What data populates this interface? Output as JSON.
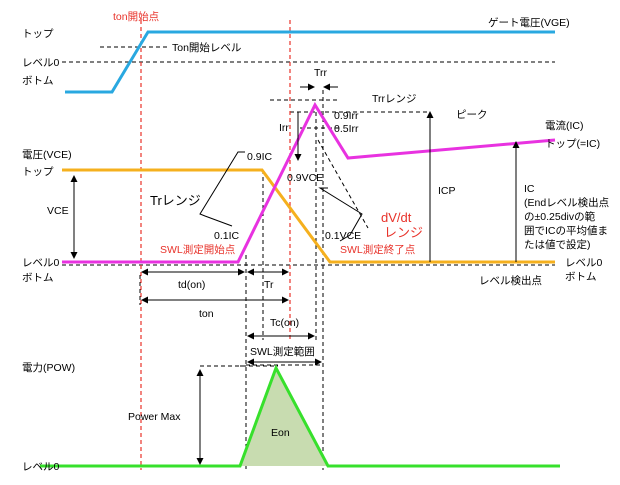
{
  "labels": {
    "ton_start_point": "ton開始点",
    "gate_voltage": "ゲート電圧(VGE)",
    "top_gate": "トップ",
    "level0_gate": "レベル0",
    "bottom_gate": "ボトム",
    "ton_start_level": "Ton開始レベル",
    "trr": "Trr",
    "trr_range": "Trrレンジ",
    "peak": "ピーク",
    "irr": "Irr",
    "irr_09": "0.9Irr",
    "irr_05": "0.5Irr",
    "current_ic": "電流(IC)",
    "top_eq_ic": "トップ(=IC)",
    "voltage_vce": "電圧(VCE)",
    "top_vce": "トップ",
    "ic_09": "0.9IC",
    "vce_09": "0.9VCE",
    "vce": "VCE",
    "tr_range": "Trレンジ",
    "dvdt_range_1": "dV/dt",
    "dvdt_range_2": "レンジ",
    "icp": "ICP",
    "ic_note": [
      "IC",
      "(Endレベル検出点",
      "の±0.25divの範",
      "囲でICの平均値ま",
      "たは値で設定)"
    ],
    "ic_01": "0.1IC",
    "vce_01": "0.1VCE",
    "swl_start": "SWL測定開始点",
    "swl_end": "SWL測定終了点",
    "level0_vce": "レベル0",
    "bottom_vce": "ボトム",
    "level0_right": "レベル0",
    "bottom_right": "ボトム",
    "level_detect": "レベル検出点",
    "td_on": "td(on)",
    "tr": "Tr",
    "ton": "ton",
    "tc_on": "Tc(on)",
    "swl_range": "SWL測定範囲",
    "power": "電力(POW)",
    "power_max": "Power Max",
    "eon": "Eon",
    "level0_power": "レベル0"
  },
  "colors": {
    "gate": "#29a8e0",
    "current": "#e832e0",
    "voltage": "#f5b01e",
    "power": "#37e02c",
    "eon_fill": "#c8dcb0",
    "red": "#e8322a"
  }
}
